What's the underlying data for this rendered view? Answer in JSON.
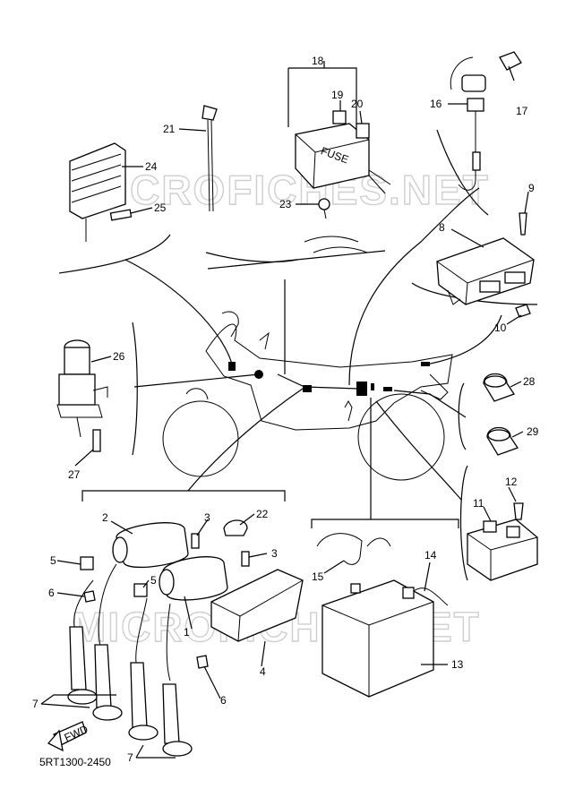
{
  "diagram": {
    "code": "5RT1300-2450",
    "watermark": "MICROFICHES.NET",
    "fuse_label": "FUSE",
    "fwd_label": "FWD",
    "callouts": [
      "1",
      "2",
      "3",
      "3",
      "4",
      "5",
      "5",
      "6",
      "6",
      "7",
      "7",
      "8",
      "9",
      "10",
      "11",
      "12",
      "13",
      "14",
      "15",
      "16",
      "17",
      "18",
      "19",
      "20",
      "21",
      "22",
      "23",
      "24",
      "25",
      "26",
      "27",
      "28",
      "29"
    ]
  }
}
